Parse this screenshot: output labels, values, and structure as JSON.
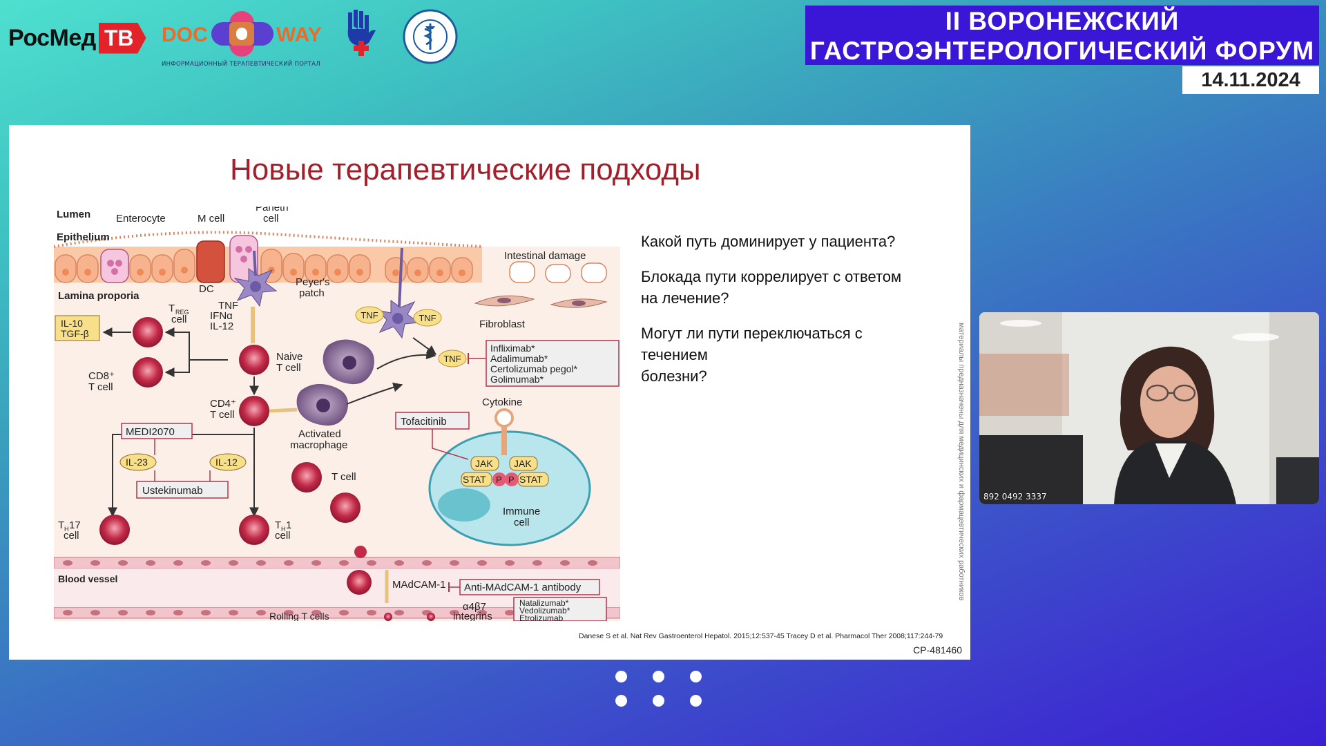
{
  "header": {
    "logo_rosmed_text": "РосМед",
    "logo_rosmed_tv": "ТВ",
    "logo_docway_doc": "DOC",
    "logo_docway_way": "WAY",
    "logo_docway_subtitle": "ИНФОРМАЦИОННЫЙ ТЕРАПЕВТИЧЕСКИЙ ПОРТАЛ",
    "forum_title_line1": "II ВОРОНЕЖСКИЙ",
    "forum_title_line2": "ГАСТРОЭНТЕРОЛОГИЧЕСКИЙ ФОРУМ",
    "forum_date": "14.11.2024"
  },
  "slide": {
    "title": "Новые терапевтические подходы",
    "questions": [
      "Какой путь доминирует у пациента?",
      "Блокада пути коррелирует с ответом на лечение?",
      "Могут ли пути переключаться с течением болезни?"
    ],
    "q2_line1": "Блокада пути коррелирует с ответом",
    "q2_line2": "на лечение?",
    "q3_line1": "Могут ли пути переключаться с",
    "q3_line2": "течением",
    "q3_line3": "болезни?",
    "watermark": "материалы предназначены для медицинских и фармацевтических работников",
    "citation": "Danese S et al. Nat Rev Gastroenterol Hepatol. 2015;12:537-45 Tracey D et al. Pharmacol Ther 2008;117:244-79",
    "code": "CP-481460"
  },
  "figure": {
    "lumen": "Lumen",
    "enterocyte": "Enterocyte",
    "m_cell": "M cell",
    "paneth1": "Paneth",
    "paneth2": "cell",
    "epithelium": "Epithelium",
    "intestinal_damage": "Intestinal damage",
    "dc": "DC",
    "peyers1": "Peyer's",
    "peyers2": "patch",
    "lamina_propria": "Lamina proporia",
    "treg1": "T",
    "treg_sub": "REG",
    "treg2": "cell",
    "tnf": "TNF",
    "ifn": "IFNα",
    "il12a": "IL-12",
    "fibroblast": "Fibroblast",
    "il10": "IL-10",
    "tgfb": "TGF-β",
    "naive1": "Naive",
    "naive2": "T cell",
    "cd8a": "CD8⁺",
    "cd8b": "T cell",
    "cd4a": "CD4⁺",
    "cd4b": "T cell",
    "drugs_tnf": [
      "Infliximab*",
      "Adalimumab*",
      "Certolizumab pegol*",
      "Golimumab*"
    ],
    "cytokine": "Cytokine",
    "medi": "MEDI2070",
    "activated1": "Activated",
    "activated2": "macrophage",
    "tofacitinib": "Tofacitinib",
    "jak": "JAK",
    "stat": "STAT",
    "p": "P",
    "il23": "IL-23",
    "il12": "IL-12",
    "ustekinumab": "Ustekinumab",
    "tcell": "T cell",
    "immune1": "Immune",
    "immune2": "cell",
    "th17a": "T",
    "th17sub": "H",
    "th17b": "17",
    "th17c": "cell",
    "th1a": "T",
    "th1sub": "H",
    "th1b": "1",
    "th1c": "cell",
    "blood_vessel": "Blood vessel",
    "madcam": "MAdCAM-1",
    "anti_madcam": "Anti-MAdCAM-1 antibody",
    "a4b7a": "α4β7",
    "a4b7b": "integrins",
    "drugs_integrin": [
      "Natalizumab*",
      "Vedolizumab*",
      "Etrolizumab"
    ],
    "rolling": "Rolling T cells"
  },
  "webcam": {
    "participant_label": "892 0492 3337"
  },
  "colors": {
    "forum_banner": "#3a16d6",
    "slide_title": "#a3202b",
    "rosmed_red": "#e2232a",
    "docway_orange": "#ee6a28"
  },
  "pagination_dots_count": 6
}
